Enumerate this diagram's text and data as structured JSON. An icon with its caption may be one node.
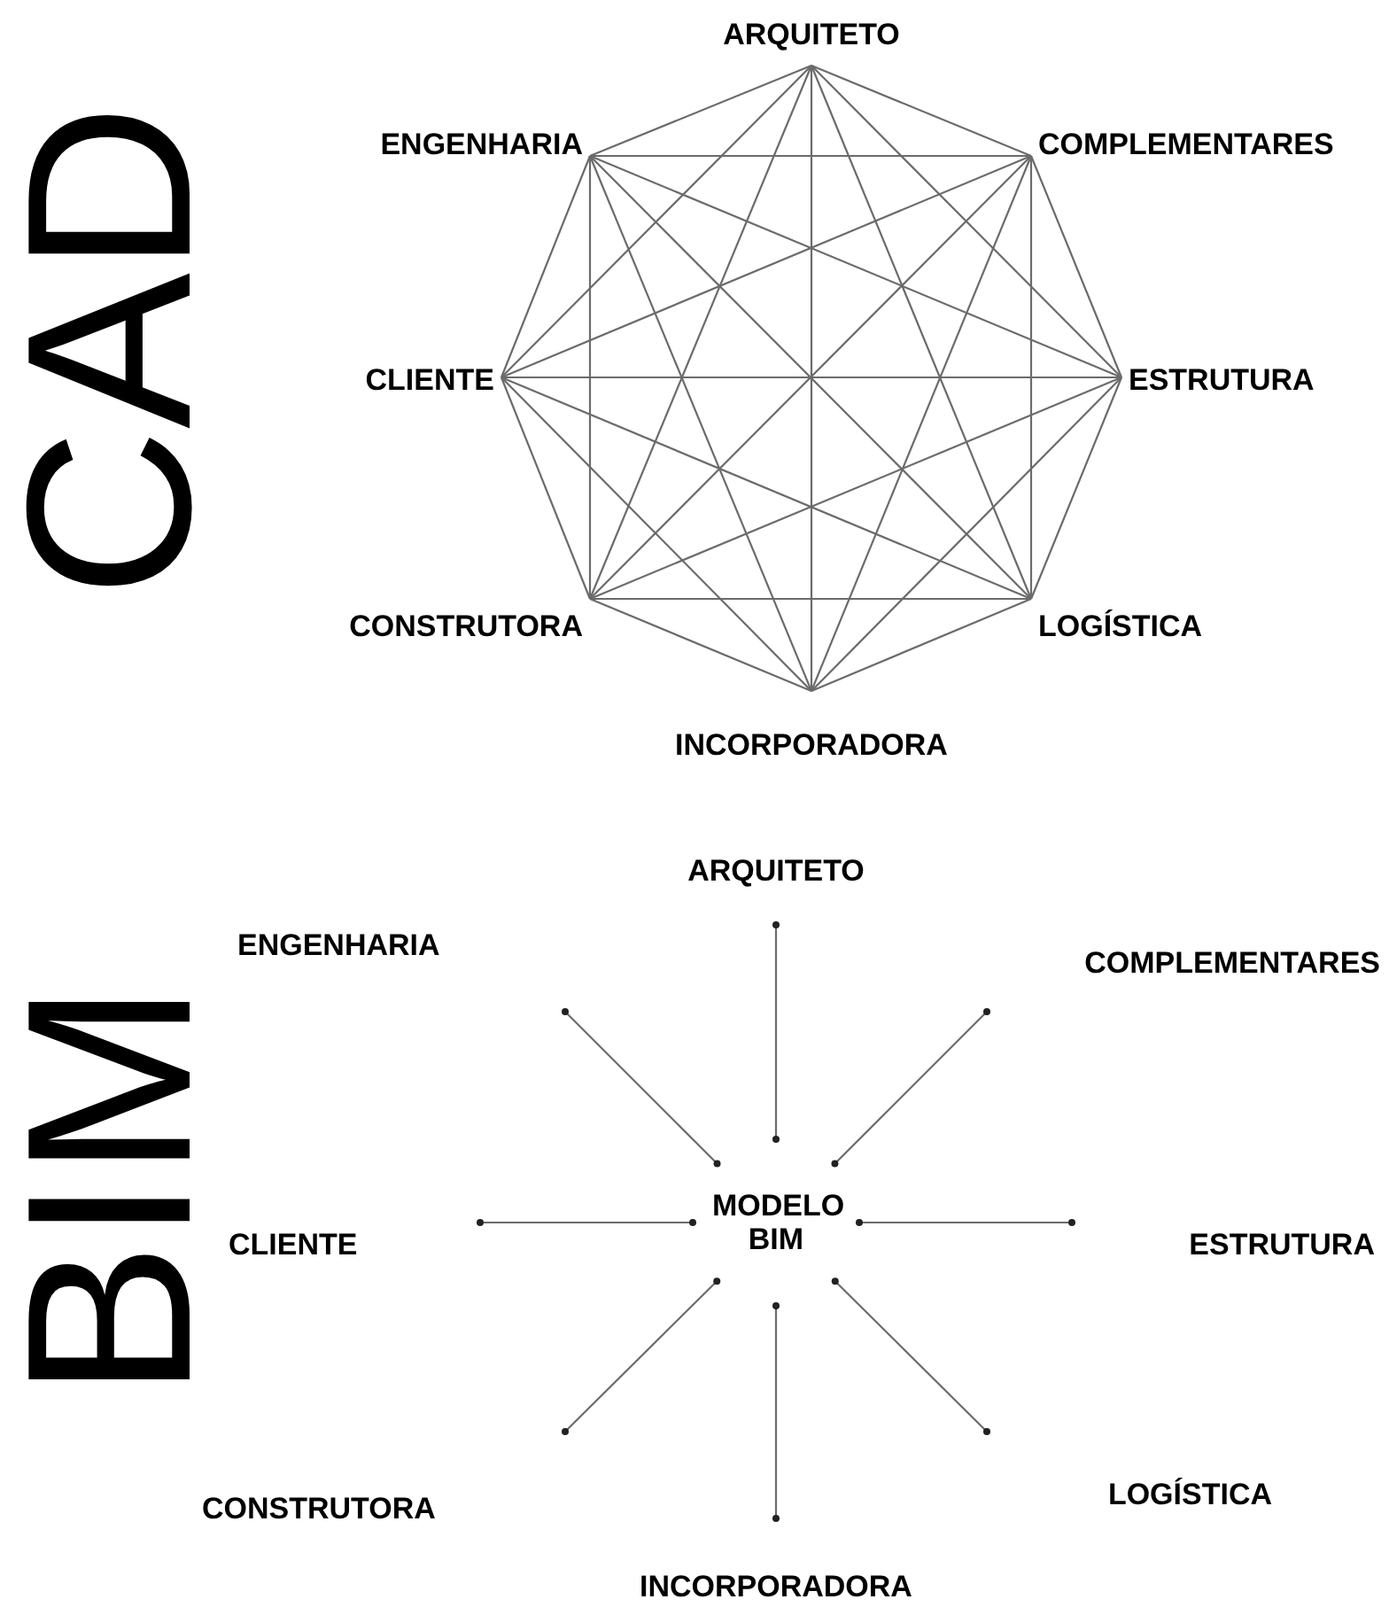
{
  "diagram": {
    "nodes": [
      {
        "text": [
          "ARQUITETO"
        ]
      },
      {
        "text": [
          "ENGENHARIA"
        ]
      },
      {
        "text": [
          "COMPLEMENTARES"
        ]
      },
      {
        "text": [
          "CLIENTE"
        ]
      },
      {
        "text": [
          "ESTRUTURA"
        ]
      },
      {
        "text": [
          "CONSTRUTORA"
        ]
      },
      {
        "text": [
          "LOGÍSTICA"
        ]
      },
      {
        "text": [
          "INCORPORADORA"
        ]
      },
      {
        "text": [
          "ARQUITETO"
        ]
      },
      {
        "text": [
          "ENGENHARIA"
        ]
      },
      {
        "text": [
          "COMPLEMENTARES"
        ]
      },
      {
        "text": [
          "MODELO BIM"
        ]
      },
      {
        "text": [
          "CLIENTE"
        ]
      },
      {
        "text": [
          "ESTRUTURA"
        ]
      },
      {
        "text": [
          "CONSTRUTORA"
        ]
      },
      {
        "text": [
          "LOGÍSTICA"
        ]
      },
      {
        "text": [
          "INCORPORADORA"
        ]
      }
    ],
    "edges": [
      {
        "from": 0,
        "to": 1,
        "arrow": "none"
      },
      {
        "from": 0,
        "to": 2,
        "arrow": "none"
      },
      {
        "from": 0,
        "to": 3,
        "arrow": "none"
      },
      {
        "from": 0,
        "to": 4,
        "arrow": "none"
      },
      {
        "from": 0,
        "to": 5,
        "arrow": "none"
      },
      {
        "from": 0,
        "to": 6,
        "arrow": "none"
      },
      {
        "from": 0,
        "to": 7,
        "arrow": "none"
      },
      {
        "from": 1,
        "to": 2,
        "arrow": "none"
      },
      {
        "from": 1,
        "to": 3,
        "arrow": "none"
      },
      {
        "from": 1,
        "to": 4,
        "arrow": "none"
      },
      {
        "from": 1,
        "to": 5,
        "arrow": "none"
      },
      {
        "from": 1,
        "to": 6,
        "arrow": "none"
      },
      {
        "from": 1,
        "to": 7,
        "arrow": "none"
      },
      {
        "from": 2,
        "to": 3,
        "arrow": "none"
      },
      {
        "from": 2,
        "to": 4,
        "arrow": "none"
      },
      {
        "from": 2,
        "to": 5,
        "arrow": "none"
      },
      {
        "from": 2,
        "to": 6,
        "arrow": "none"
      },
      {
        "from": 2,
        "to": 7,
        "arrow": "none"
      },
      {
        "from": 3,
        "to": 4,
        "arrow": "none"
      },
      {
        "from": 3,
        "to": 5,
        "arrow": "none"
      },
      {
        "from": 3,
        "to": 6,
        "arrow": "none"
      },
      {
        "from": 3,
        "to": 7,
        "arrow": "none"
      },
      {
        "from": 4,
        "to": 5,
        "arrow": "none"
      },
      {
        "from": 4,
        "to": 6,
        "arrow": "none"
      },
      {
        "from": 4,
        "to": 7,
        "arrow": "none"
      },
      {
        "from": 5,
        "to": 6,
        "arrow": "none"
      },
      {
        "from": 5,
        "to": 7,
        "arrow": "none"
      },
      {
        "from": 6,
        "to": 7,
        "arrow": "none"
      },
      {
        "from": 11,
        "to": 8,
        "arrow": "other"
      },
      {
        "from": 11,
        "to": 9,
        "arrow": "other"
      },
      {
        "from": 11,
        "to": 10,
        "arrow": "other"
      },
      {
        "from": 11,
        "to": 12,
        "arrow": "other"
      },
      {
        "from": 11,
        "to": 13,
        "arrow": "other"
      },
      {
        "from": 11,
        "to": 14,
        "arrow": "other"
      },
      {
        "from": 11,
        "to": 15,
        "arrow": "other"
      },
      {
        "from": 11,
        "to": 16,
        "arrow": "other"
      }
    ],
    "labels": [
      "CAD",
      "BIM"
    ]
  }
}
